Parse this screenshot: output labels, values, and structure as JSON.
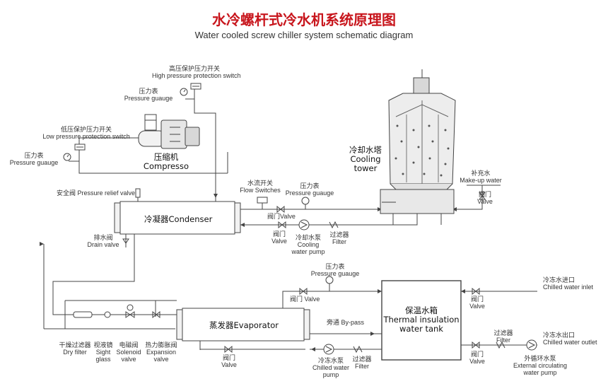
{
  "title": {
    "cn": "水冷螺杆式冷水机系统原理图",
    "en": "Water cooled screw chiller system schematic diagram"
  },
  "labels": {
    "high_pressure_switch_cn": "高压保护压力开关",
    "high_pressure_switch_en": "High pressure protection switch",
    "pressure_gauge_top_cn": "压力表",
    "pressure_gauge_top_en": "Pressure guauge",
    "low_pressure_switch_cn": "低压保护压力开关",
    "low_pressure_switch_en": "Low pressure protection switch",
    "pressure_gauge_left_cn": "压力表",
    "pressure_gauge_left_en": "Pressure guauge",
    "compressor_cn": "压缩机",
    "compressor_en": "Compresso",
    "cooling_tower_cn": "冷却水塔",
    "cooling_tower_en1": "Cooling",
    "cooling_tower_en2": "tower",
    "makeup_cn": "补充水",
    "makeup_en": "Make-up water",
    "makeup_valve_cn": "阀门",
    "makeup_valve_en": "Valve",
    "relief_valve": "安全阀 Pressure relief valve",
    "flow_switch_cn": "水流开关",
    "flow_switch_en": "Flow Switches",
    "pressure_gauge_cond_cn": "压力表",
    "pressure_gauge_cond_en": "Pressure guauge",
    "condenser": "冷凝器Condenser",
    "valve_cond_top": "阀门Valve",
    "drain_cn": "排水阀",
    "drain_en": "Drain valve",
    "valve_cond_cn": "阀门",
    "valve_cond_en": "Valve",
    "cooling_pump_cn": "冷却水泵",
    "cooling_pump_en1": "Cooling",
    "cooling_pump_en2": "water pump",
    "filter_cond_cn": "过滤器",
    "filter_cond_en": "Filter",
    "pressure_gauge_evap_cn": "压力表",
    "pressure_gauge_evap_en": "Pressure guauge",
    "valve_evap_top": "阀门 Valve",
    "tank_cn": "保温水箱",
    "tank_en1": "Thermal insulation",
    "tank_en2": "water tank",
    "chilled_inlet_cn": "冷冻水进口",
    "chilled_inlet_en": "Chilled water inlet",
    "valve_inlet_cn": "阀门",
    "valve_inlet_en": "Valve",
    "evaporator": "蒸发器Evaporator",
    "bypass": "旁通 By-pass",
    "filter_out_cn": "过滤器",
    "filter_out_en": "Filter",
    "chilled_outlet_cn": "冷冻水出口",
    "chilled_outlet_en": "Chilled water outlet",
    "valve_tank_cn": "阀门",
    "valve_tank_en": "Valve",
    "ext_pump_cn": "外循环水泵",
    "ext_pump_en1": "External circulating",
    "ext_pump_en2": "water pump",
    "dry_filter_cn": "干燥过滤器",
    "dry_filter_en": "Dry filter",
    "sight_glass_cn": "视液镜",
    "sight_glass_en1": "Sight",
    "sight_glass_en2": "glass",
    "solenoid_cn": "电磁阀",
    "solenoid_en1": "Solenoid",
    "solenoid_en2": "valve",
    "expansion_cn": "热力膨胀阀",
    "expansion_en1": "Expansion",
    "expansion_en2": "valve",
    "valve_evap_bot_cn": "阀门",
    "valve_evap_bot_en": "Valve",
    "chilled_pump_cn": "冷冻水泵",
    "chilled_pump_en1": "Chilled water",
    "chilled_pump_en2": "pump",
    "filter_evap_cn": "过滤器",
    "filter_evap_en": "Filter"
  },
  "colors": {
    "line": "#444444",
    "title": "#c8161d",
    "tower_fill": "#ededed"
  }
}
